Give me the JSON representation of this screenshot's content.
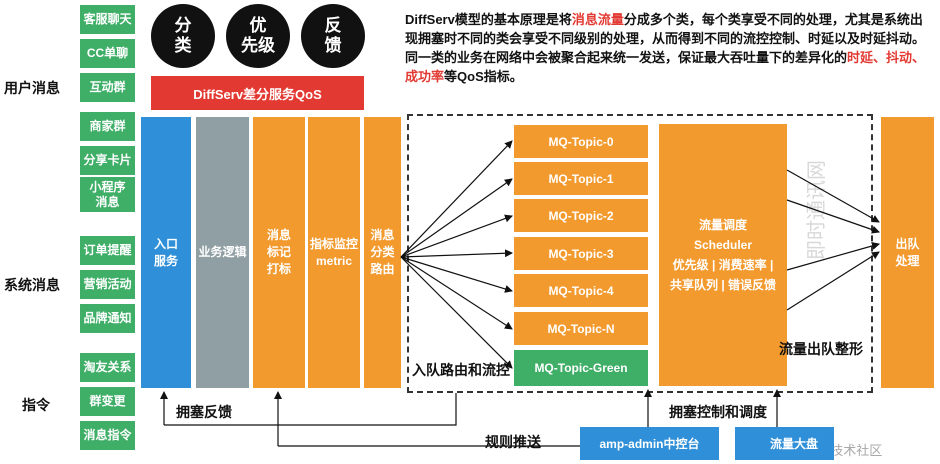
{
  "sources": {
    "groups": [
      {
        "label": "用户消息",
        "items": [
          "客服聊天",
          "CC单聊",
          "互动群",
          "商家群",
          "分享卡片",
          "小程序\n消息"
        ]
      },
      {
        "label": "系统消息",
        "items": [
          "订单提醒",
          "营销活动",
          "品牌通知"
        ]
      },
      {
        "label": "指令",
        "items": [
          "淘友关系",
          "群变更",
          "消息指令"
        ]
      }
    ]
  },
  "classes": [
    "分\n类",
    "优\n先级",
    "反\n馈"
  ],
  "banner": "DiffServ差分服务QoS",
  "description": {
    "p1": "DiffServ模型的基本原理是将",
    "h1": "消息流量",
    "p2": "分成多个类，每个类享受不同的处理，尤其是系统出现拥塞时不同的类会享受不同级别的处理，从而得到不同的流控控制、时延以及时延抖动。同一类的业务在网络中会被聚合起来统一发送，保证最大吞吐量下的差异化的",
    "h2": "时延、抖动、成功率",
    "p3": "等QoS指标。"
  },
  "pipeline": [
    "入口\n服务",
    "业务逻辑",
    "消息\n标记\n打标",
    "指标监控\nmetric",
    "消息\n分类\n路由"
  ],
  "topics": [
    "MQ-Topic-0",
    "MQ-Topic-1",
    "MQ-Topic-2",
    "MQ-Topic-3",
    "MQ-Topic-4",
    "MQ-Topic-N",
    "MQ-Topic-Green"
  ],
  "scheduler": "流量调度\nScheduler\n优先级 | 消费速率 |\n共享队列 | 错误反馈",
  "output": "出队\n处理",
  "captions": {
    "enqueue": "入队路由和流控",
    "congestion": "拥塞控制和调度",
    "shaping": "流量出队整形",
    "feedback": "拥塞反馈",
    "rule_push": "规则推送"
  },
  "buttons": {
    "admin": "amp-admin中控台",
    "bigscreen": "流量大盘"
  },
  "watermarks": {
    "side": "即时通讯网",
    "bottom": "@稀土掘金技术社区"
  },
  "colors": {
    "green": "#3fae67",
    "orange": "#f39a2e",
    "blue": "#2f8fd8",
    "gray": "#909fa3",
    "red": "#e23a32"
  }
}
